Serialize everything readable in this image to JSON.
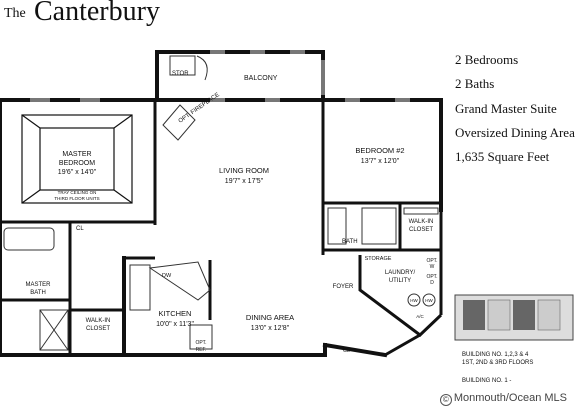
{
  "title": {
    "prefix": "The",
    "name": "Canterbury"
  },
  "features": [
    "2 Bedrooms",
    "2 Baths",
    "Grand Master Suite",
    "Oversized Dining Area",
    "1,635 Square Feet"
  ],
  "rooms": {
    "stor": "STOR",
    "balcony": "BALCONY",
    "fireplace": "OPT. FIREPLACE",
    "master_name": "MASTER",
    "master_name2": "BEDROOM",
    "master_dims": "19'6\" x 14'0\"",
    "tray_note1": "TRAY CEILING ON",
    "tray_note2": "THIRD FLOOR UNITS",
    "living_name": "LIVING ROOM",
    "living_dims": "19'7\" x 17'5\"",
    "bed2_name": "BEDROOM #2",
    "bed2_dims": "13'7\" x 12'0\"",
    "walkin_closet_a": "WALK-IN",
    "walkin_closet_b": "CLOSET",
    "bath": "BATH",
    "cl": "CL",
    "master_bath1": "MASTER",
    "master_bath2": "BATH",
    "dw": "DW",
    "kitchen_name": "KITCHEN",
    "kitchen_dims": "10'0\" x 11'3\"",
    "opt_ref1": "OPT.",
    "opt_ref2": "REF.",
    "dining_name": "DINING AREA",
    "dining_dims": "13'0\" x 12'8\"",
    "foyer": "FOYER",
    "storage": "STORAGE",
    "laundry1": "LAUNDRY/",
    "laundry2": "UTILITY",
    "opt_w1": "OPT.",
    "opt_w2": "W",
    "opt_d1": "OPT.",
    "opt_d2": "D",
    "hw": "HW",
    "ac": "A/C",
    "hw2": "HW"
  },
  "building_notes": [
    "BUILDING NO. 1,2,3 & 4",
    "1ST, 2ND & 3RD FLOORS",
    "BUILDING NO. 1 -"
  ],
  "watermark": {
    "icon": "copyright-icon",
    "text": "Monmouth/Ocean MLS"
  }
}
